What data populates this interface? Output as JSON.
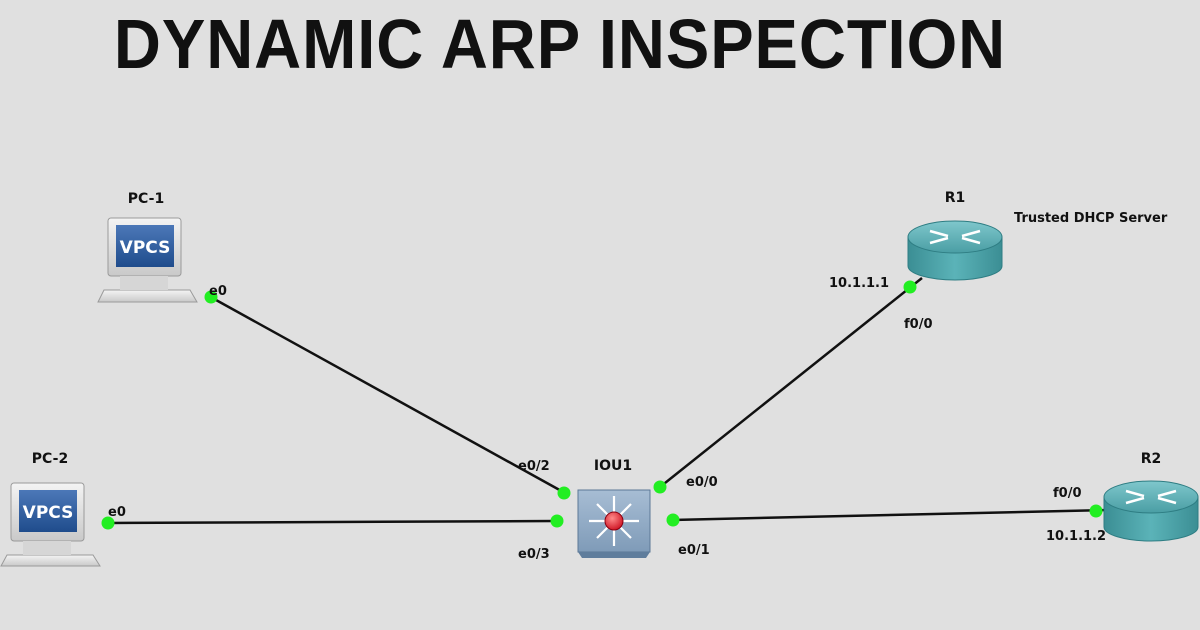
{
  "title": "DYNAMIC ARP INSPECTION",
  "colors": {
    "background": "#e0e0e0",
    "link": "#111111",
    "port_dot": "#22ee22",
    "router": "#4fa3a8",
    "switch": "#7f9bb8"
  },
  "nodes": {
    "pc1": {
      "name": "PC-1",
      "screen_text": "VPCS",
      "icon": "computer-icon"
    },
    "pc2": {
      "name": "PC-2",
      "screen_text": "VPCS",
      "icon": "computer-icon"
    },
    "iou1": {
      "name": "IOU1",
      "icon": "multilayer-switch-icon"
    },
    "r1": {
      "name": "R1",
      "note": "Trusted DHCP Server",
      "ip": "10.1.1.1",
      "icon": "router-icon"
    },
    "r2": {
      "name": "R2",
      "ip": "10.1.1.2",
      "icon": "router-icon"
    }
  },
  "ports": {
    "pc1_e0": "e0",
    "pc2_e0": "e0",
    "sw_e0_2": "e0/2",
    "sw_e0_3": "e0/3",
    "sw_e0_0": "e0/0",
    "sw_e0_1": "e0/1",
    "r1_f0_0": "f0/0",
    "r2_f0_0": "f0/0"
  }
}
